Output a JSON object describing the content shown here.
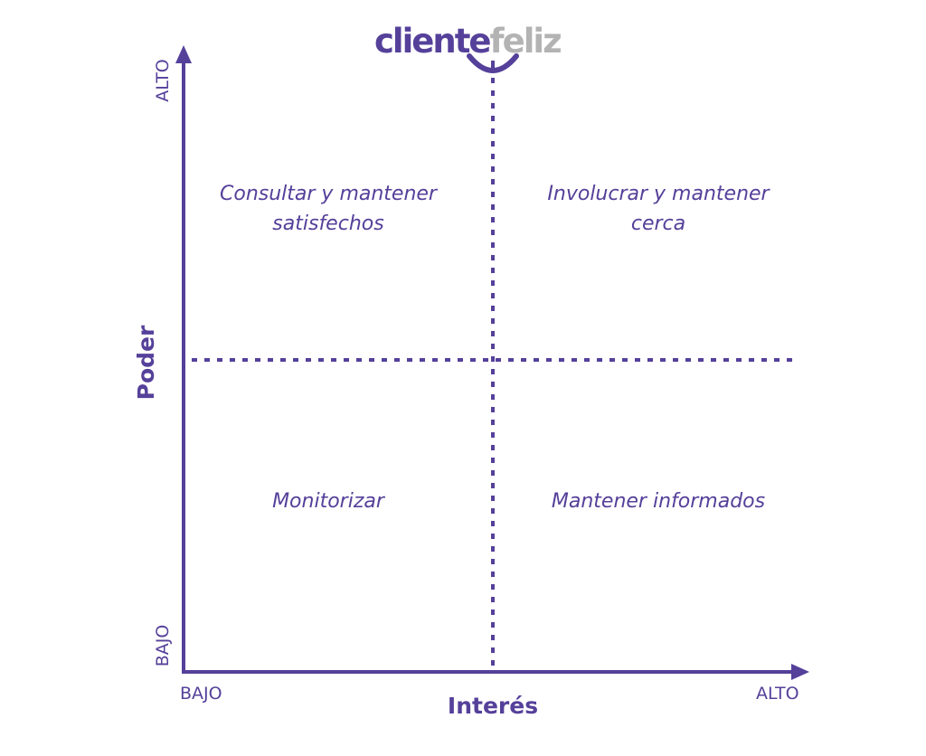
{
  "logo": {
    "part1": "cliente",
    "part2": "feliz",
    "colors": {
      "primary": "#55409a",
      "secondary": "#b3b3b3"
    }
  },
  "colors": {
    "accent": "#55409a",
    "background": "#ffffff"
  },
  "axes": {
    "x": {
      "title": "Interés",
      "low_label": "BAJO",
      "high_label": "ALTO"
    },
    "y": {
      "title": "Poder",
      "low_label": "BAJO",
      "high_label": "ALTO"
    }
  },
  "quadrants": {
    "top_left": {
      "line1": "Consultar y mantener",
      "line2": "satisfechos"
    },
    "top_right": {
      "line1": "Involucrar y mantener",
      "line2": "cerca"
    },
    "bottom_left": {
      "line1": "Monitorizar"
    },
    "bottom_right": {
      "line1": "Mantener informados"
    }
  }
}
